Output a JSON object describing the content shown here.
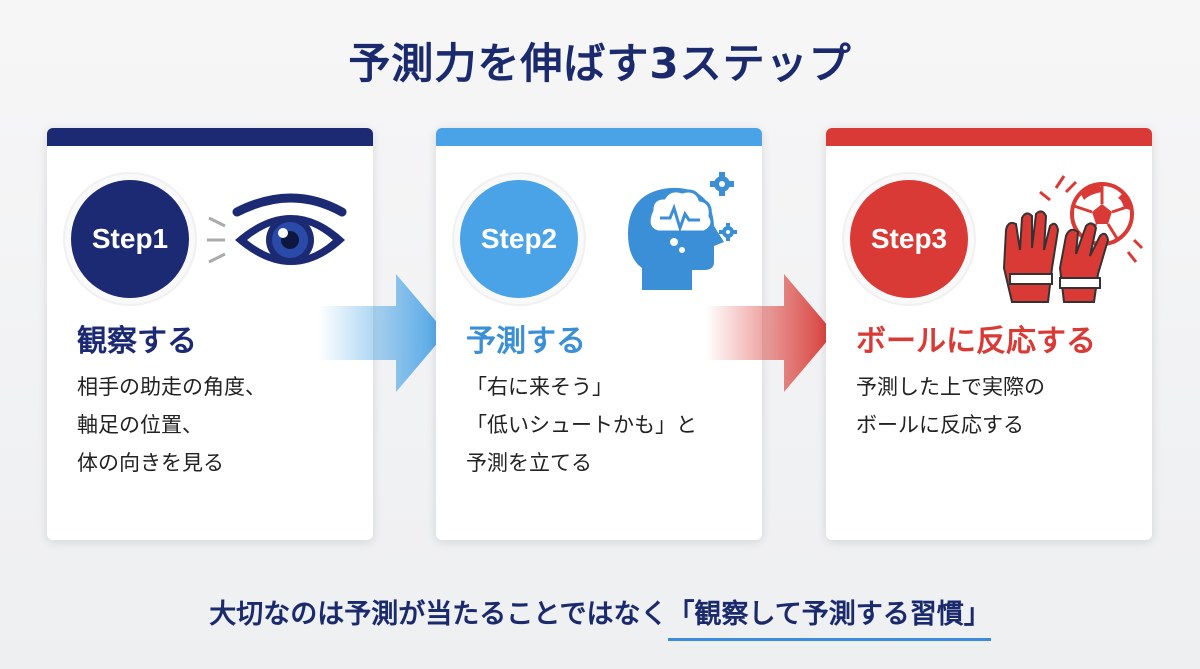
{
  "title": "予測力を伸ばす3ステップ",
  "colors": {
    "navy": "#1b2a73",
    "blue": "#4aa3e6",
    "red": "#d93a35",
    "title": "#1a2a6c"
  },
  "steps": [
    {
      "badge": "Step1",
      "heading": "観察する",
      "icon": "eye-icon",
      "lines": [
        "相手の助走の角度、",
        "軸足の位置、",
        "体の向きを見る"
      ]
    },
    {
      "badge": "Step2",
      "heading": "予測する",
      "icon": "brain-head-icon",
      "lines": [
        "「右に来そう」",
        "「低いシュートかも」と",
        "予測を立てる"
      ]
    },
    {
      "badge": "Step3",
      "heading": "ボールに反応する",
      "icon": "goalkeeper-gloves-ball-icon",
      "lines": [
        "予測した上で実際の",
        "ボールに反応する"
      ]
    }
  ],
  "bottom": {
    "text": "大切なのは予測が当たることではなく",
    "highlight": "「観察して予測する習慣」"
  }
}
